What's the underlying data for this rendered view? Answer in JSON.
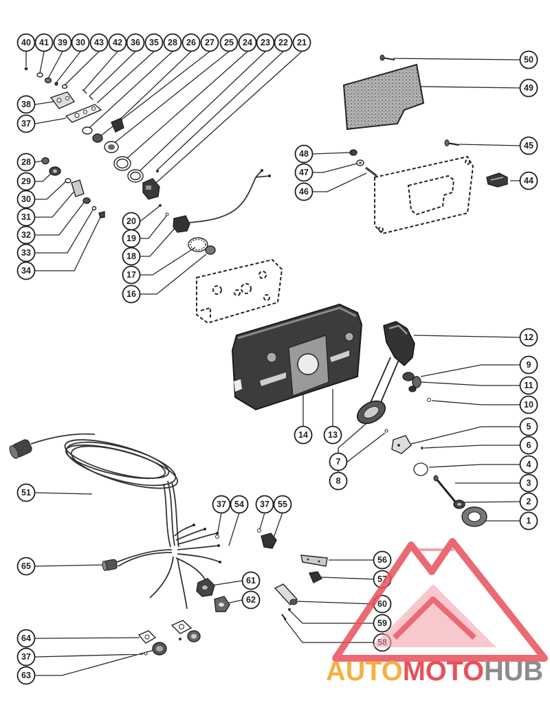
{
  "callouts": [
    "40",
    "41",
    "39",
    "30",
    "43",
    "42",
    "36",
    "35",
    "28",
    "26",
    "27",
    "25",
    "24",
    "23",
    "22",
    "21",
    "38",
    "37",
    "28",
    "29",
    "30",
    "31",
    "32",
    "33",
    "34",
    "20",
    "19",
    "18",
    "17",
    "16",
    "50",
    "49",
    "45",
    "48",
    "47",
    "46",
    "44",
    "12",
    "9",
    "11",
    "10",
    "5",
    "6",
    "4",
    "3",
    "2",
    "1",
    "14",
    "13",
    "7",
    "8",
    "51",
    "37",
    "54",
    "37",
    "55",
    "65",
    "56",
    "57",
    "61",
    "62",
    "60",
    "59",
    "58",
    "64",
    "37",
    "63"
  ],
  "watermark": {
    "auto": "AUTO",
    "moto": "MOTO",
    "hub": "HUB"
  },
  "colors": {
    "line": "#222222",
    "watermark_red": "#e8505b",
    "watermark_orange": "#f5b041",
    "watermark_gray": "#8c8c8c",
    "housing": "#3c3c3c"
  }
}
